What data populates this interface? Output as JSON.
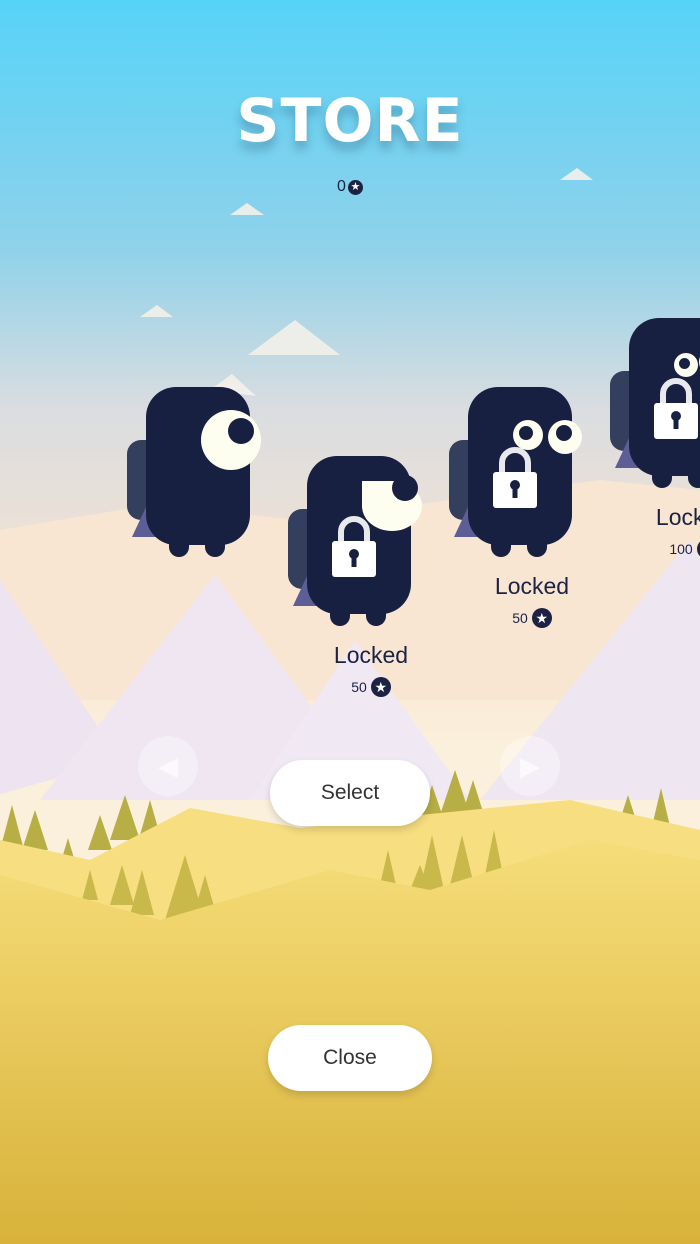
{
  "header": {
    "title": "STORE",
    "coins": "0",
    "coin_icon": "star-coin-icon"
  },
  "characters": [
    {
      "name": "one-eye",
      "locked": false,
      "label": "",
      "price": ""
    },
    {
      "name": "crescent-eye",
      "locked": true,
      "label": "Locked",
      "price": "50"
    },
    {
      "name": "two-eyes",
      "locked": true,
      "label": "Locked",
      "price": "50"
    },
    {
      "name": "three-eyes",
      "locked": true,
      "label": "Locked",
      "price": "100"
    }
  ],
  "buttons": {
    "select": "Select",
    "close": "Close",
    "prev": "◀",
    "next": "▶"
  },
  "colors": {
    "sky_top": "#56d3f8",
    "sky_bottom": "#f7e4cf",
    "ground": "#e8c84e",
    "character": "#182041"
  }
}
